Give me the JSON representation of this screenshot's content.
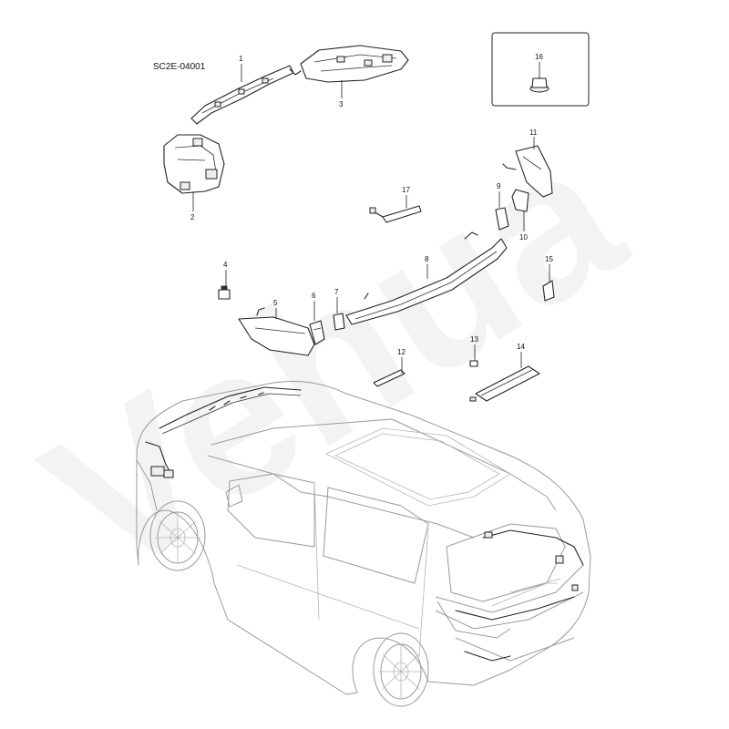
{
  "diagram": {
    "code": "SC2E-04001",
    "watermark": "Vehua",
    "callouts": [
      "1",
      "2",
      "3",
      "4",
      "5",
      "6",
      "7",
      "8",
      "9",
      "10",
      "11",
      "12",
      "13",
      "14",
      "15",
      "16",
      "17"
    ]
  }
}
